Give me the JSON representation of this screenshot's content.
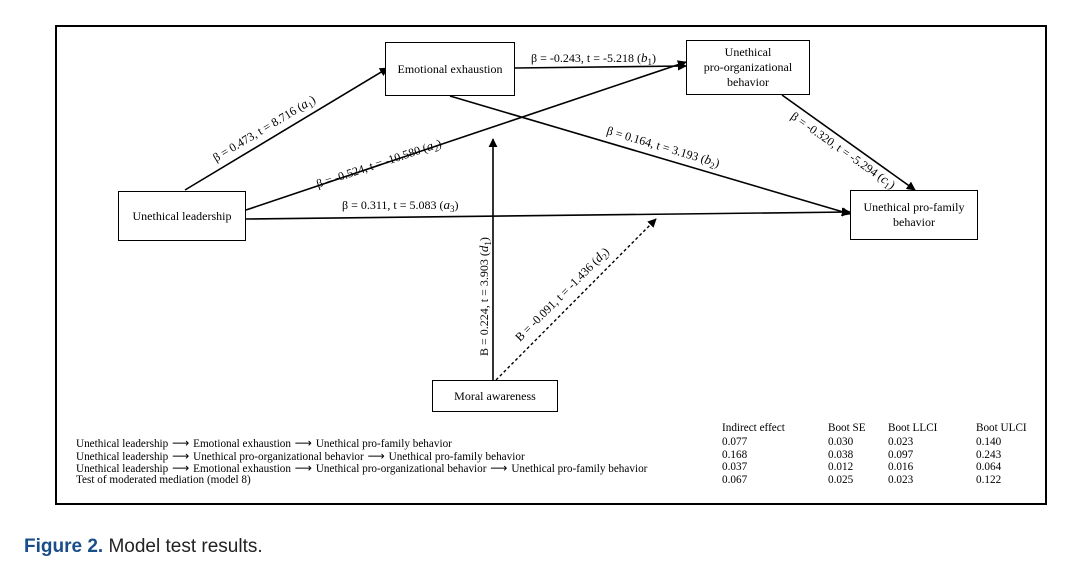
{
  "nodes": {
    "unethical_leadership": "Unethical leadership",
    "emotional_exhaustion": "Emotional exhaustion",
    "unethical_pro_org": "Unethical\npro-organizational\nbehavior",
    "unethical_pro_family": "Unethical pro-family\nbehavior",
    "moral_awareness": "Moral awareness"
  },
  "paths": {
    "a1": {
      "text": "β = 0.473, t = 8.716 (",
      "coef": "a",
      "sub": "1",
      "close": ")"
    },
    "a2": {
      "text": "β = -0.524, t = -10.580 (",
      "coef": "a",
      "sub": "2",
      "close": ")"
    },
    "a3": {
      "text": "β = 0.311, t = 5.083 (",
      "coef": "a",
      "sub": "3",
      "close": ")"
    },
    "b1": {
      "text": "β = -0.243, t = -5.218 (",
      "coef": "b",
      "sub": "1",
      "close": ")"
    },
    "b2": {
      "text": "β = 0.164, t = 3.193 (",
      "coef": "b",
      "sub": "2",
      "close": ")"
    },
    "c1": {
      "text": "β = -0.320, t = -5.294 (",
      "coef": "c",
      "sub": "1",
      "close": ")"
    },
    "d1": {
      "text": "B = 0.224, t = 3.903 (",
      "coef": "d",
      "sub": "1",
      "close": ")"
    },
    "d2": {
      "text": "B = -0.091, t = -1.436 (",
      "coef": "d",
      "sub": "2",
      "close": ")"
    }
  },
  "results": {
    "headers": [
      "Indirect effect",
      "Boot SE",
      "Boot LLCI",
      "Boot ULCI"
    ],
    "arrow": "⟶",
    "rows": [
      {
        "path": [
          "Unethical leadership",
          "Emotional exhaustion",
          "Unethical pro-family behavior"
        ],
        "values": [
          "0.077",
          "0.030",
          "0.023",
          "0.140"
        ]
      },
      {
        "path": [
          "Unethical leadership",
          "Unethical pro-organizational behavior",
          "Unethical pro-family behavior"
        ],
        "values": [
          "0.168",
          "0.038",
          "0.097",
          "0.243"
        ]
      },
      {
        "path": [
          "Unethical leadership",
          "Emotional exhaustion",
          "Unethical pro-organizational behavior",
          "Unethical pro-family behavior"
        ],
        "values": [
          "0.037",
          "0.012",
          "0.016",
          "0.064"
        ]
      },
      {
        "path": [
          "Test of moderated mediation (model 8)"
        ],
        "values": [
          "0.067",
          "0.025",
          "0.023",
          "0.122"
        ]
      }
    ]
  },
  "caption": {
    "label": "Figure 2.",
    "text": " Model test results."
  },
  "colors": {
    "caption_label": "#1a4e8a",
    "line": "#000000"
  }
}
